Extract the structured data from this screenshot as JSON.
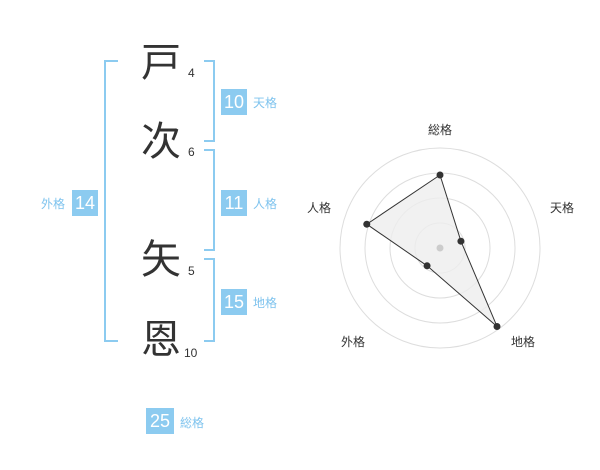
{
  "name": {
    "characters": [
      {
        "char": "戸",
        "strokes": "4"
      },
      {
        "char": "次",
        "strokes": "6"
      },
      {
        "char": "矢",
        "strokes": "5"
      },
      {
        "char": "恩",
        "strokes": "10"
      }
    ]
  },
  "fortune": {
    "tenkaku": {
      "value": "10",
      "label": "天格"
    },
    "jinkaku": {
      "value": "11",
      "label": "人格"
    },
    "chikaku": {
      "value": "15",
      "label": "地格"
    },
    "gaikaku": {
      "value": "14",
      "label": "外格"
    },
    "soukaku": {
      "value": "25",
      "label": "総格"
    }
  },
  "chart_data": {
    "type": "radar",
    "axes": [
      "総格",
      "天格",
      "地格",
      "外格",
      "人格"
    ],
    "values": [
      0.73,
      0.22,
      0.97,
      0.22,
      0.77
    ],
    "max": 1,
    "rings": 4,
    "grid": true,
    "colors": {
      "fill": "#eeeeee",
      "stroke": "#333333",
      "ring": "#dddddd",
      "center": "#cccccc"
    }
  }
}
